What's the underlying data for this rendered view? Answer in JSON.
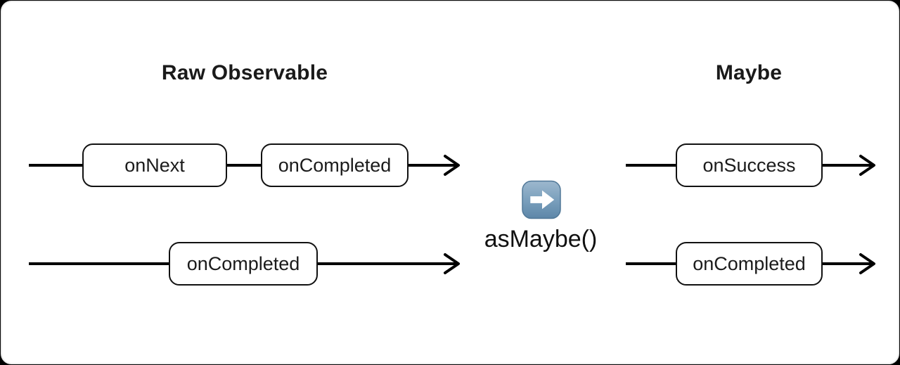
{
  "canvas": {
    "background": "#000000",
    "card_background": "#ffffff",
    "card_border_color": "#ececec"
  },
  "left_section": {
    "title": "Raw Observable",
    "timeline_top": {
      "events": [
        {
          "label": "onNext"
        },
        {
          "label": "onCompleted"
        }
      ]
    },
    "timeline_bottom": {
      "events": [
        {
          "label": "onCompleted"
        }
      ]
    }
  },
  "operator": {
    "label": "asMaybe()",
    "icon_name": "arrow-right-emoji",
    "icon_colors": {
      "gradient_top": "#97b3ca",
      "gradient_bottom": "#5d86a8",
      "border": "#517898",
      "arrow": "#ffffff"
    }
  },
  "right_section": {
    "title": "Maybe",
    "timeline_top": {
      "events": [
        {
          "label": "onSuccess"
        }
      ]
    },
    "timeline_bottom": {
      "events": [
        {
          "label": "onCompleted"
        }
      ]
    }
  },
  "style": {
    "line_color": "#000000",
    "event_border_color": "#111111",
    "event_background": "#ffffff",
    "text_color": "#1b1b1b"
  }
}
